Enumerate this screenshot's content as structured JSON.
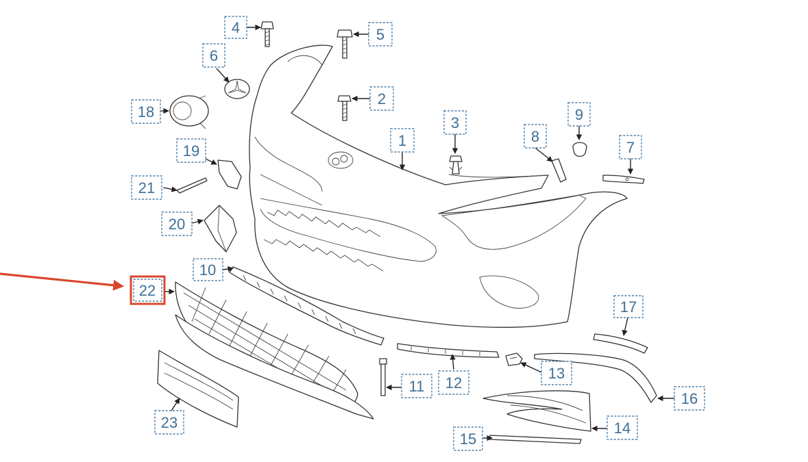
{
  "diagram": {
    "callouts": [
      {
        "id": "1",
        "label": "1"
      },
      {
        "id": "2",
        "label": "2"
      },
      {
        "id": "3",
        "label": "3"
      },
      {
        "id": "4",
        "label": "4"
      },
      {
        "id": "5",
        "label": "5"
      },
      {
        "id": "6",
        "label": "6"
      },
      {
        "id": "7",
        "label": "7"
      },
      {
        "id": "8",
        "label": "8"
      },
      {
        "id": "9",
        "label": "9"
      },
      {
        "id": "10",
        "label": "10"
      },
      {
        "id": "11",
        "label": "11"
      },
      {
        "id": "12",
        "label": "12"
      },
      {
        "id": "13",
        "label": "13"
      },
      {
        "id": "14",
        "label": "14"
      },
      {
        "id": "15",
        "label": "15"
      },
      {
        "id": "16",
        "label": "16"
      },
      {
        "id": "17",
        "label": "17"
      },
      {
        "id": "18",
        "label": "18"
      },
      {
        "id": "19",
        "label": "19"
      },
      {
        "id": "20",
        "label": "20"
      },
      {
        "id": "21",
        "label": "21"
      },
      {
        "id": "22",
        "label": "22"
      },
      {
        "id": "23",
        "label": "23"
      }
    ],
    "highlighted_part": "22",
    "colors": {
      "callout_border": "#4a7ea8",
      "callout_text": "#3f6f96",
      "highlight": "#d9472b",
      "line": "#333333"
    }
  }
}
